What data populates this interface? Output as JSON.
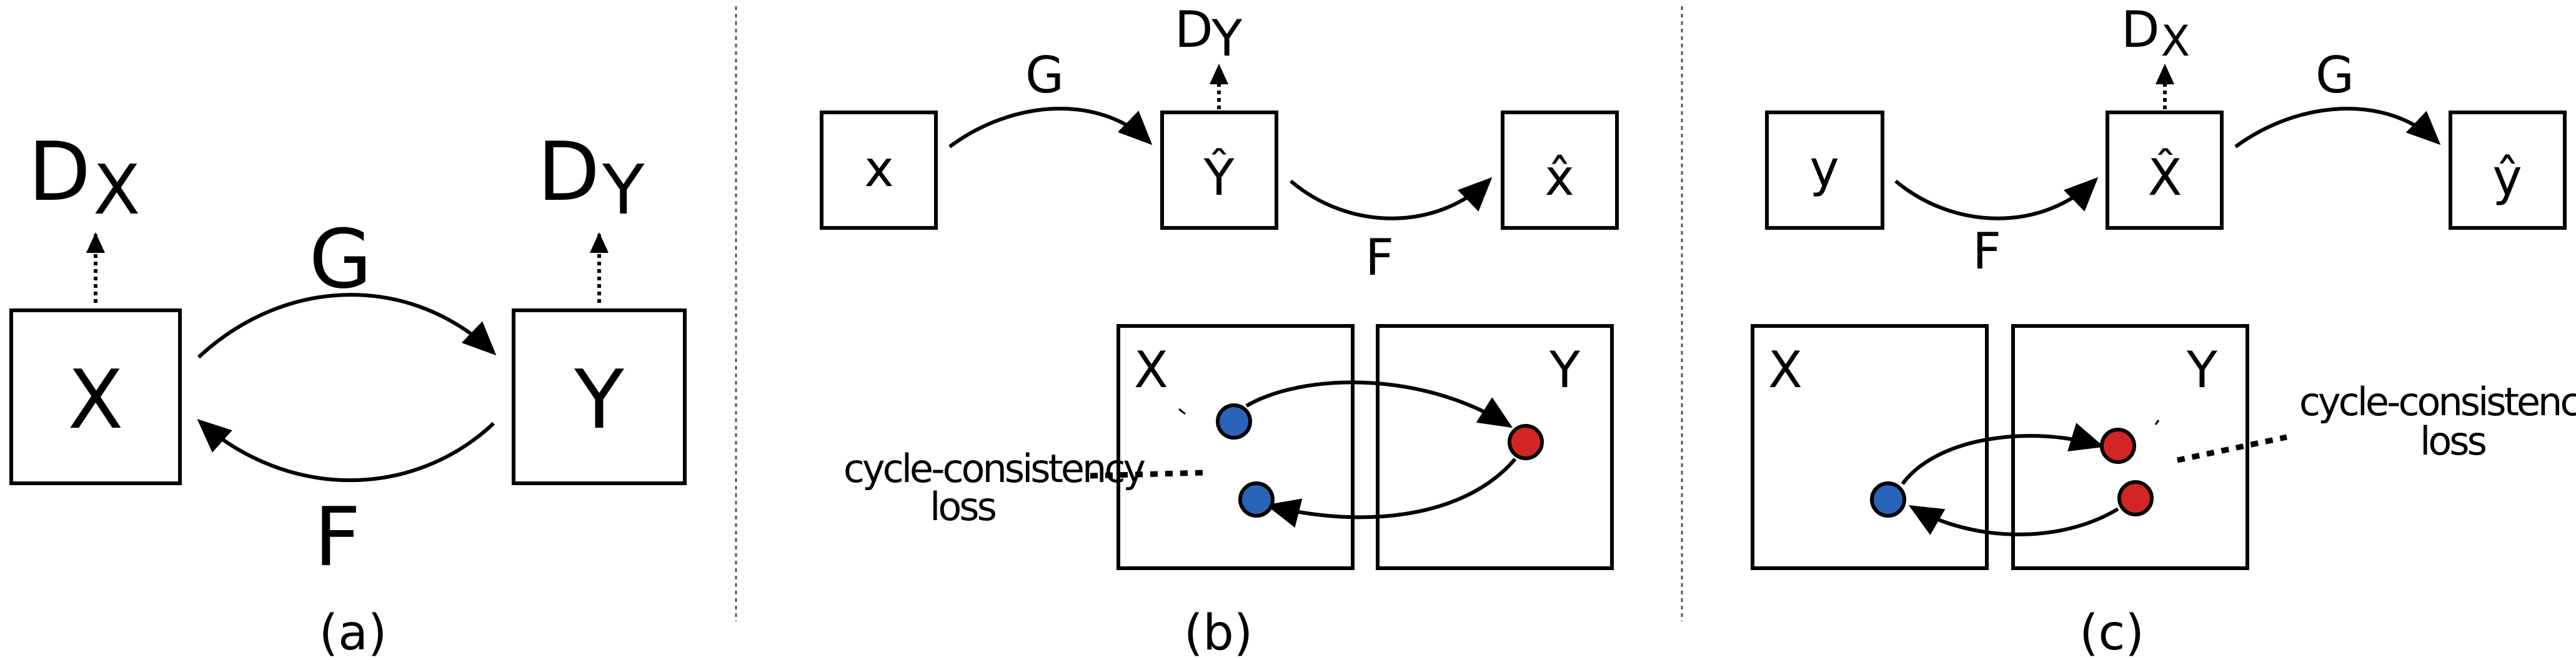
{
  "colors": {
    "blue_point": "#2a64b8",
    "red_point": "#d42525"
  },
  "panel_a": {
    "box_x": "X",
    "box_y": "Y",
    "disc_x": "D",
    "disc_x_sub": "X",
    "disc_y": "D",
    "disc_y_sub": "Y",
    "map_g": "G",
    "map_f": "F",
    "caption": "(a)"
  },
  "panel_b": {
    "input": "x",
    "mid": "Ŷ",
    "output": "x̂",
    "disc": "D",
    "disc_sub": "Y",
    "map_g": "G",
    "map_f": "F",
    "domain_x": "X",
    "domain_y": "Y",
    "loss_line1": "cycle-consistency",
    "loss_line2": "loss",
    "caption": "(b)"
  },
  "panel_c": {
    "input": "y",
    "mid": "X̂",
    "output": "ŷ",
    "disc": "D",
    "disc_sub": "X",
    "map_g": "G",
    "map_f": "F",
    "domain_x": "X",
    "domain_y": "Y",
    "loss_line1": "cycle-consistency",
    "loss_line2": "loss",
    "caption": "(c)"
  }
}
